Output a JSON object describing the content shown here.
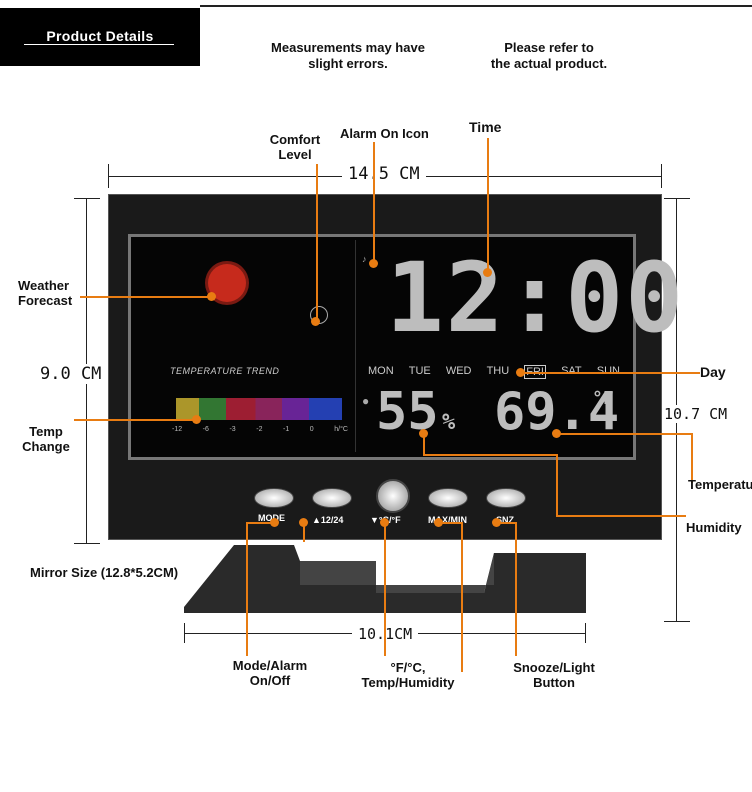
{
  "header": {
    "title": "Product Details"
  },
  "notes": {
    "left": "Measurements may have\nslight errors.",
    "right": "Please refer to\nthe actual product."
  },
  "dimensions": {
    "width": "14.5 CM",
    "height_left": "9.0 CM",
    "height_right": "10.7 CM",
    "base": "10.1CM"
  },
  "labels": {
    "comfort": "Comfort\nLevel",
    "alarm": "Alarm On Icon",
    "time": "Time",
    "weather": "Weather\nForecast",
    "day": "Day",
    "temp_change": "Temp\nChange",
    "temperature": "Temperature",
    "humidity": "Humidity",
    "mirror": "Mirror Size (12.8*5.2CM)",
    "mode": "Mode/Alarm\nOn/Off",
    "fc": "°F/°C,\nTemp/Humidity",
    "snooze": "Snooze/Light\nButton"
  },
  "display": {
    "time": "12:00",
    "trend_title": "TEMPERATURE TREND",
    "days": [
      "MON",
      "TUE",
      "WED",
      "THU",
      "FRI",
      "SAT",
      "SUN"
    ],
    "humidity": "55",
    "humidity_unit": "%",
    "temp": "69.4",
    "temp_unit": "°F",
    "trend_axis": [
      "-12",
      "-6",
      "-3",
      "-2",
      "-1",
      "0"
    ],
    "trend_unit": "h/°C"
  },
  "buttons": [
    "MODE",
    "▲12/24",
    "▼°C/°F",
    "MAX/MIN",
    "SNZ"
  ],
  "colors": {
    "accent": "#e87c12",
    "sun": "#c62a1c"
  }
}
